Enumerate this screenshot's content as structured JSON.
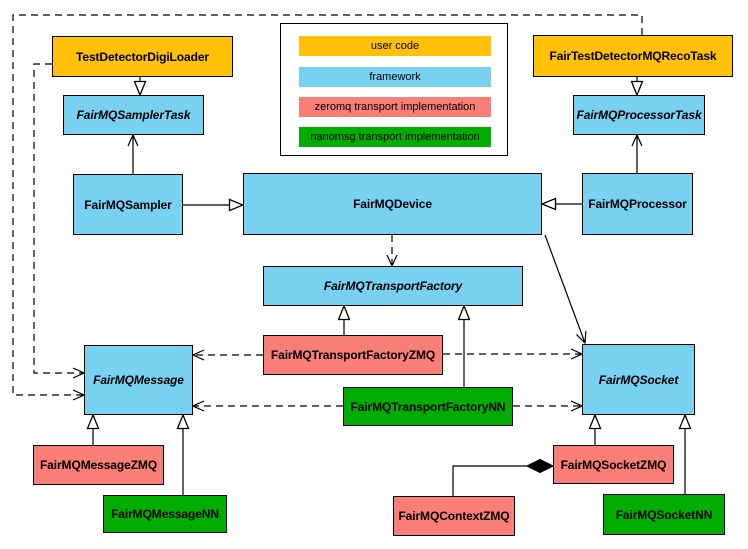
{
  "diagram": {
    "kind": "uml-class-diagram",
    "colors": {
      "user_code": "#FFC107",
      "framework": "#79D1F2",
      "zeromq": "#F97E76",
      "nanomsg": "#00AD00"
    },
    "legend": {
      "items": [
        {
          "label": "user code",
          "color": "#FFC107"
        },
        {
          "label": "framework",
          "color": "#79D1F2"
        },
        {
          "label": "zeromq transport implementation",
          "color": "#F97E76"
        },
        {
          "label": "nanomsg transport implementation",
          "color": "#00AD00"
        }
      ]
    },
    "nodes": {
      "test_detector_digi_loader": {
        "label": "TestDetectorDigiLoader",
        "category": "user code",
        "abstract": false
      },
      "fairmq_sampler_task": {
        "label": "FairMQSamplerTask",
        "category": "framework",
        "abstract": true
      },
      "fairmq_sampler": {
        "label": "FairMQSampler",
        "category": "framework",
        "abstract": false
      },
      "fairmq_device": {
        "label": "FairMQDevice",
        "category": "framework",
        "abstract": false
      },
      "fairmq_processor": {
        "label": "FairMQProcessor",
        "category": "framework",
        "abstract": false
      },
      "fairmq_processor_task": {
        "label": "FairMQProcessorTask",
        "category": "framework",
        "abstract": true
      },
      "fair_test_detector_mq_reco_task": {
        "label": "FairTestDetectorMQRecoTask",
        "category": "user code",
        "abstract": false
      },
      "fairmq_transport_factory": {
        "label": "FairMQTransportFactory",
        "category": "framework",
        "abstract": true
      },
      "fairmq_transport_factory_zmq": {
        "label": "FairMQTransportFactoryZMQ",
        "category": "zeromq",
        "abstract": false
      },
      "fairmq_transport_factory_nn": {
        "label": "FairMQTransportFactoryNN",
        "category": "nanomsg",
        "abstract": false
      },
      "fairmq_message": {
        "label": "FairMQMessage",
        "category": "framework",
        "abstract": true
      },
      "fairmq_socket": {
        "label": "FairMQSocket",
        "category": "framework",
        "abstract": true
      },
      "fairmq_message_zmq": {
        "label": "FairMQMessageZMQ",
        "category": "zeromq",
        "abstract": false
      },
      "fairmq_message_nn": {
        "label": "FairMQMessageNN",
        "category": "nanomsg",
        "abstract": false
      },
      "fairmq_context_zmq": {
        "label": "FairMQContextZMQ",
        "category": "zeromq",
        "abstract": false
      },
      "fairmq_socket_zmq": {
        "label": "FairMQSocketZMQ",
        "category": "zeromq",
        "abstract": false
      },
      "fairmq_socket_nn": {
        "label": "FairMQSocketNN",
        "category": "nanomsg",
        "abstract": false
      }
    },
    "edges": [
      {
        "from": "TestDetectorDigiLoader",
        "to": "FairMQSamplerTask",
        "relation": "inheritance",
        "line": "solid"
      },
      {
        "from": "FairMQSampler",
        "to": "FairMQSamplerTask",
        "relation": "association",
        "line": "solid"
      },
      {
        "from": "FairMQSampler",
        "to": "FairMQDevice",
        "relation": "inheritance",
        "line": "solid"
      },
      {
        "from": "FairMQProcessor",
        "to": "FairMQDevice",
        "relation": "inheritance",
        "line": "solid"
      },
      {
        "from": "FairTestDetectorMQRecoTask",
        "to": "FairMQProcessorTask",
        "relation": "inheritance",
        "line": "solid"
      },
      {
        "from": "FairMQProcessor",
        "to": "FairMQProcessorTask",
        "relation": "association",
        "line": "solid"
      },
      {
        "from": "FairMQDevice",
        "to": "FairMQTransportFactory",
        "relation": "dependency",
        "line": "dashed"
      },
      {
        "from": "FairMQDevice",
        "to": "FairMQSocket",
        "relation": "association",
        "line": "solid"
      },
      {
        "from": "FairMQTransportFactoryZMQ",
        "to": "FairMQTransportFactory",
        "relation": "inheritance",
        "line": "solid"
      },
      {
        "from": "FairMQTransportFactoryNN",
        "to": "FairMQTransportFactory",
        "relation": "inheritance",
        "line": "solid"
      },
      {
        "from": "TestDetectorDigiLoader",
        "to": "FairMQMessage",
        "relation": "dependency",
        "line": "dashed"
      },
      {
        "from": "FairTestDetectorMQRecoTask",
        "to": "FairMQMessage",
        "relation": "dependency",
        "line": "dashed"
      },
      {
        "from": "FairMQTransportFactoryZMQ",
        "to": "FairMQMessage",
        "relation": "dependency",
        "line": "dashed"
      },
      {
        "from": "FairMQTransportFactoryZMQ",
        "to": "FairMQSocket",
        "relation": "dependency",
        "line": "dashed"
      },
      {
        "from": "FairMQTransportFactoryNN",
        "to": "FairMQMessage",
        "relation": "dependency",
        "line": "dashed"
      },
      {
        "from": "FairMQTransportFactoryNN",
        "to": "FairMQSocket",
        "relation": "dependency",
        "line": "dashed"
      },
      {
        "from": "FairMQMessageZMQ",
        "to": "FairMQMessage",
        "relation": "inheritance",
        "line": "solid"
      },
      {
        "from": "FairMQMessageNN",
        "to": "FairMQMessage",
        "relation": "inheritance",
        "line": "solid"
      },
      {
        "from": "FairMQSocketZMQ",
        "to": "FairMQSocket",
        "relation": "inheritance",
        "line": "solid"
      },
      {
        "from": "FairMQSocketNN",
        "to": "FairMQSocket",
        "relation": "inheritance",
        "line": "solid"
      },
      {
        "from": "FairMQContextZMQ",
        "to": "FairMQSocketZMQ",
        "relation": "composition",
        "line": "solid"
      }
    ]
  }
}
